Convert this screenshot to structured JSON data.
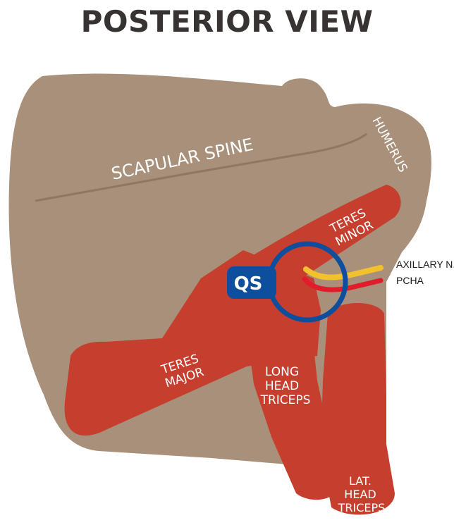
{
  "title": "POSTERIOR VIEW",
  "labels": {
    "scapular_spine": "SCAPULAR SPINE",
    "humerus": "HUMERUS",
    "teres_minor": [
      "TERES",
      "MINOR"
    ],
    "teres_major": [
      "TERES",
      "MAJOR"
    ],
    "long_head_triceps": [
      "LONG",
      "HEAD",
      "TRICEPS"
    ],
    "lat_head_triceps": [
      "LAT.",
      "HEAD",
      "TRICEPS"
    ],
    "qs": "QS",
    "axillary_nerve": "AXILLARY N.",
    "pcha": "PCHA"
  },
  "colors": {
    "bone": "#a8907a",
    "muscle": "#c63f2e",
    "qs_blue": "#0d4f9c",
    "nerve_yellow": "#f2c12e",
    "artery_red": "#e11d2b",
    "title": "#383333"
  }
}
